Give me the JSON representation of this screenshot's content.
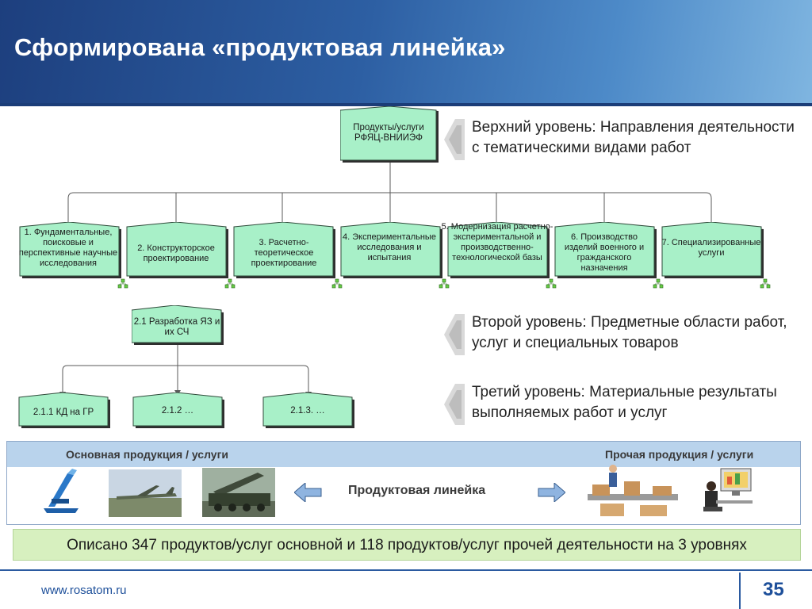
{
  "title": "Сформирована «продуктовая линейка»",
  "root": {
    "label": "Продукты/услуги РФЯЦ-ВНИИЭФ"
  },
  "level1": [
    {
      "label": "1. Фундаментальные, поисковые и перспективные научные исследования"
    },
    {
      "label": "2. Конструкторское проектирование"
    },
    {
      "label": "3. Расчетно-теоретическое проектирование"
    },
    {
      "label": "4. Экспериментальные исследования и испытания"
    },
    {
      "label": "5. Модернизация расчетно-экспериментальной и производственно-технологической базы"
    },
    {
      "label": "6. Производство изделий военного и гражданского назначения"
    },
    {
      "label": "7. Специализированные услуги"
    }
  ],
  "level2": {
    "label": "2.1 Разработка ЯЗ и их СЧ"
  },
  "level3": [
    {
      "label": "2.1.1 КД на ГР"
    },
    {
      "label": "2.1.2 …"
    },
    {
      "label": "2.1.3. …"
    }
  ],
  "levels": {
    "top": "Верхний уровень: Направления деятельности с тематическими видами работ",
    "second": "Второй уровень:  Предметные области работ, услуг и специальных товаров",
    "third": "Третий уровень: Материальные результаты выполняемых работ и услуг"
  },
  "bottom": {
    "main_products": "Основная продукция / услуги",
    "other_products": "Прочая продукция / услуги",
    "product_line": "Продуктовая линейка"
  },
  "summary": "Описано 347 продуктов/услуг основной и 118 продуктов/услуг прочей деятельности на 3 уровнях",
  "footer": {
    "url": "www.rosatom.ru",
    "page": "35"
  },
  "colors": {
    "node_fill": "#a8f0c8",
    "header": "#2d5fa3",
    "summary_fill": "#d7f0bf"
  }
}
